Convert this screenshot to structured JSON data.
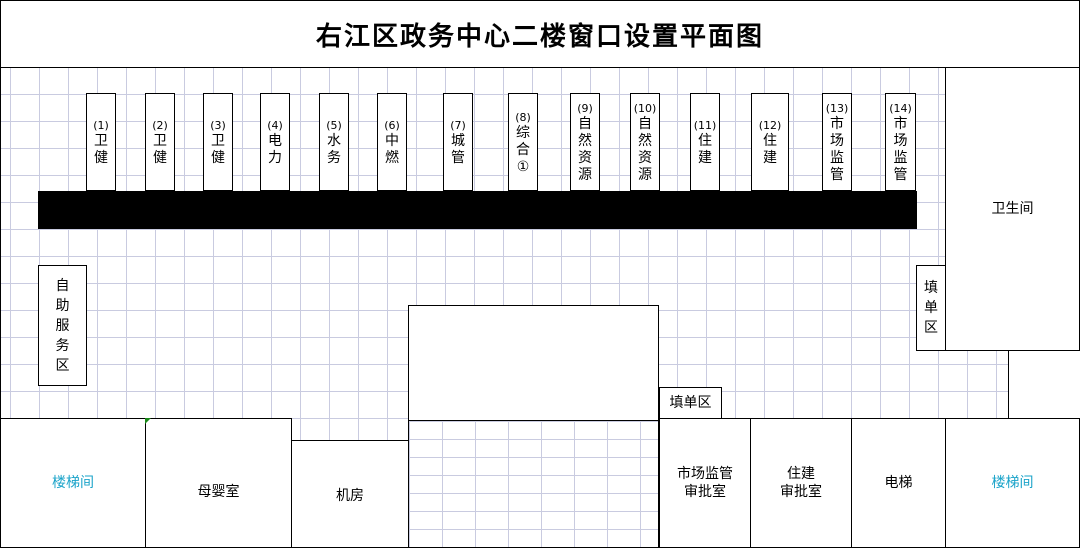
{
  "title": "右江区政务中心二楼窗口设置平面图",
  "windows": [
    {
      "num": "(1)",
      "name": "卫健"
    },
    {
      "num": "(2)",
      "name": "卫健"
    },
    {
      "num": "(3)",
      "name": "卫健"
    },
    {
      "num": "(4)",
      "name": "电力"
    },
    {
      "num": "(5)",
      "name": "水务"
    },
    {
      "num": "(6)",
      "name": "中燃"
    },
    {
      "num": "(7)",
      "name": "城管"
    },
    {
      "num": "(8)",
      "name": "综合①"
    },
    {
      "num": "(9)",
      "name": "自然资源"
    },
    {
      "num": "(10)",
      "name": "自然资源"
    },
    {
      "num": "(11)",
      "name": "住建"
    },
    {
      "num": "(12)",
      "name": "住建"
    },
    {
      "num": "(13)",
      "name": "市场监管"
    },
    {
      "num": "(14)",
      "name": "市场监管"
    }
  ],
  "rooms": {
    "self_service": "自助服务区",
    "fill_form_right": "填单区",
    "fill_form_center": "填单区",
    "restroom": "卫生间",
    "stairs_left": "楼梯间",
    "mother_baby": "母婴室",
    "machine_room": "机房",
    "market_approval_l1": "市场监管",
    "market_approval_l2": "审批室",
    "housing_approval_l1": "住建",
    "housing_approval_l2": "审批室",
    "elevator": "电梯",
    "stairs_right": "楼梯间"
  },
  "colors": {
    "stairs_label": "#1aa3c9",
    "grid": "#c9cbe0",
    "counter": "#000000"
  }
}
